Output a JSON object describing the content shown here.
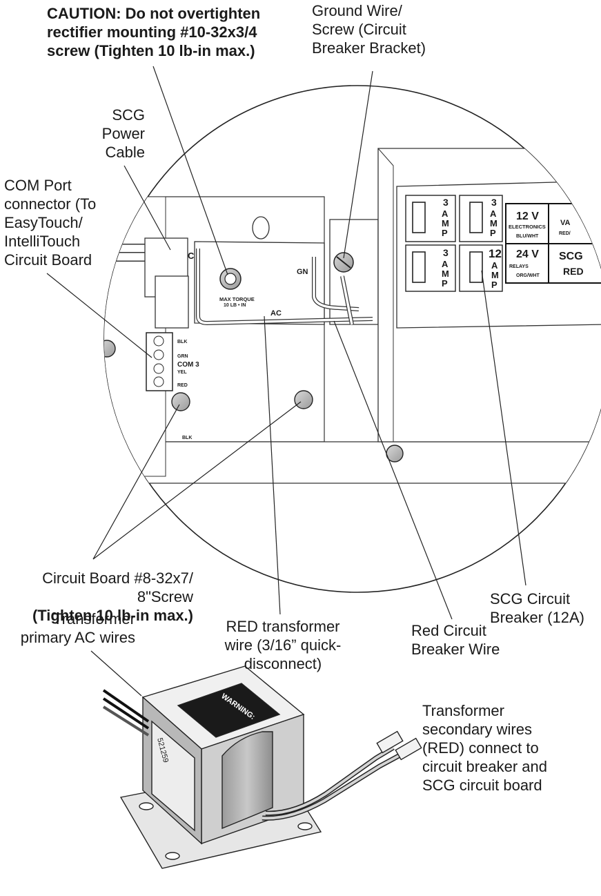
{
  "callouts": {
    "caution": [
      "CAUTION: Do not overtighten",
      "rectifier mounting #10-32x3/4",
      "screw (Tighten 10 lb-in max.)"
    ],
    "ground_wire": [
      "Ground Wire/",
      "Screw (Circuit",
      "Breaker Bracket)"
    ],
    "scg_power_cable": [
      "SCG",
      "Power",
      "Cable"
    ],
    "com_port": [
      "COM Port",
      "connector (To",
      "EasyTouch/",
      "IntelliTouch",
      "Circuit Board"
    ],
    "circuit_board_screw": [
      "Circuit Board #8-32x7/",
      "8\"Screw"
    ],
    "circuit_board_screw_bold": "(Tighten 10 lb-in max.)",
    "red_transformer_wire": [
      "RED transformer",
      "wire (3/16” quick-",
      "disconnect)"
    ],
    "red_breaker_wire": [
      "Red Circuit",
      "Breaker Wire"
    ],
    "scg_breaker": [
      "SCG Circuit",
      "Breaker (12A)"
    ],
    "transformer_primary": [
      "Transformer",
      "primary AC wires"
    ],
    "transformer_secondary": [
      "Transformer",
      "secondary wires",
      "(RED) connect to",
      "circuit breaker and",
      "SCG circuit board"
    ]
  },
  "panel": {
    "breakers": [
      {
        "rating": "3",
        "unit": [
          "A",
          "M",
          "P"
        ]
      },
      {
        "rating": "3",
        "unit": [
          "A",
          "M",
          "P"
        ]
      },
      {
        "rating": "3",
        "unit": [
          "A",
          "M",
          "P"
        ]
      },
      {
        "rating": "12",
        "unit": [
          "A",
          "M",
          "P"
        ]
      }
    ],
    "fuse_12v": {
      "title": "12 V",
      "line1": "ELECTRONICS",
      "line2": "BLU/WHT"
    },
    "fuse_24v": {
      "title": "24 V",
      "line1": "RELAYS",
      "line2": "ORG/WHT"
    },
    "fuse_va": {
      "title": "VA",
      "line1": "RED/"
    },
    "fuse_scg": {
      "title": "SCG",
      "line1": "RED"
    },
    "rectifier_torque": [
      "MAX TORQUE",
      "10 LB • IN"
    ],
    "ac_tag": "AC",
    "ground_tag": "GN",
    "cable_tag": "C",
    "terminal_labels": {
      "blk": "BLK",
      "grn": "GRN",
      "com": "COM 3",
      "yel": "YEL",
      "red": "RED"
    },
    "board_blk": "BLK"
  },
  "transformer": {
    "warning_title": "WARNING:",
    "part_number": "521259"
  }
}
